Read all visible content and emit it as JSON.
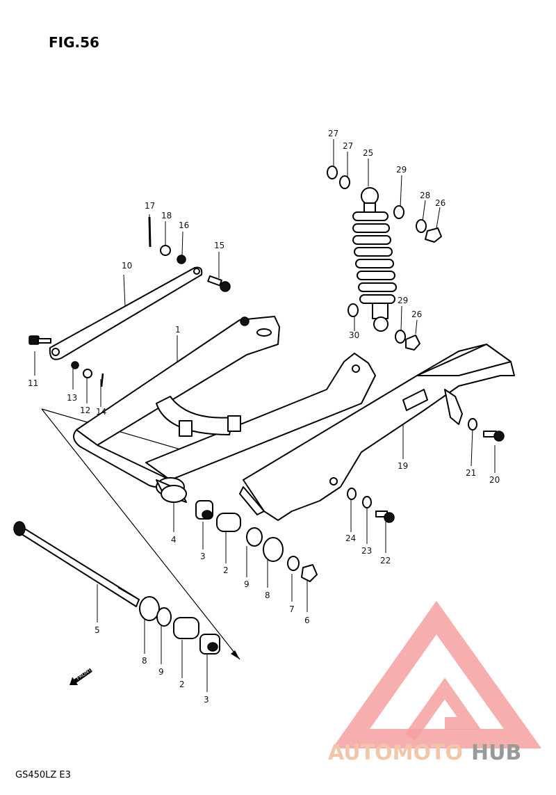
{
  "figure_title": "FIG.56",
  "model_code": "GS450LZ  E3",
  "front_arrow_text": "FRONT",
  "watermark": {
    "part1": "AUTOMOTO",
    "part2": "HUB",
    "color_primary": "#f4a0a0",
    "color_secondary": "#f2c6a8",
    "color_tertiary": "#999999"
  },
  "callouts": {
    "c1": "1",
    "c2a": "2",
    "c2b": "2",
    "c3a": "3",
    "c3b": "3",
    "c4": "4",
    "c5": "5",
    "c6": "6",
    "c7": "7",
    "c8a": "8",
    "c8b": "8",
    "c9a": "9",
    "c9b": "9",
    "c10": "10",
    "c11": "11",
    "c12": "12",
    "c13": "13",
    "c14": "14",
    "c15": "15",
    "c16": "16",
    "c17": "17",
    "c18": "18",
    "c19": "19",
    "c20": "20",
    "c21": "21",
    "c22": "22",
    "c23": "23",
    "c24": "24",
    "c25": "25",
    "c26a": "26",
    "c26b": "26",
    "c27a": "27",
    "c27b": "27",
    "c28": "28",
    "c29a": "29",
    "c29b": "29",
    "c30": "30"
  }
}
